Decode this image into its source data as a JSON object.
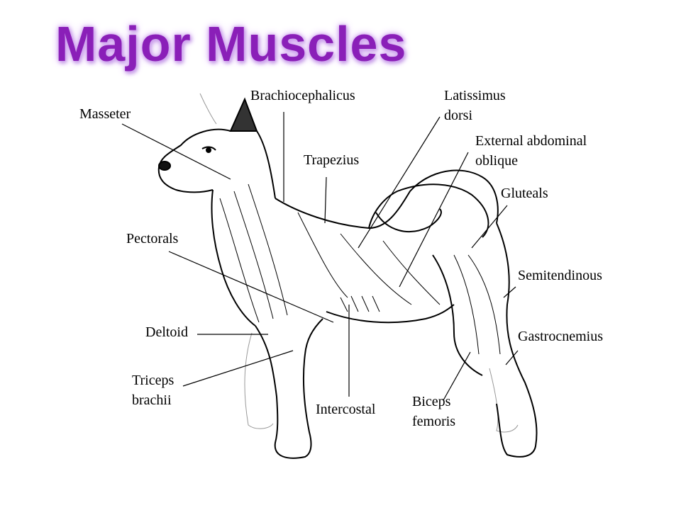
{
  "title": "Major Muscles",
  "labels": {
    "masseter": "Masseter",
    "brachiocephalicus": "Brachiocephalicus",
    "latissimus_1": "Latissimus",
    "latissimus_2": "dorsi",
    "external_1": "External abdominal",
    "external_2": "oblique",
    "trapezius": "Trapezius",
    "gluteals": "Gluteals",
    "pectorals": "Pectorals",
    "semitendinous": "Semitendinous",
    "deltoid": "Deltoid",
    "gastrocnemius": "Gastrocnemius",
    "triceps_1": "Triceps",
    "triceps_2": "brachii",
    "intercostal": "Intercostal",
    "biceps_1": "Biceps",
    "biceps_2": "femoris"
  },
  "colors": {
    "title": "#8a1fb8",
    "title_glow": "#d0a0f0",
    "line": "#000000"
  }
}
